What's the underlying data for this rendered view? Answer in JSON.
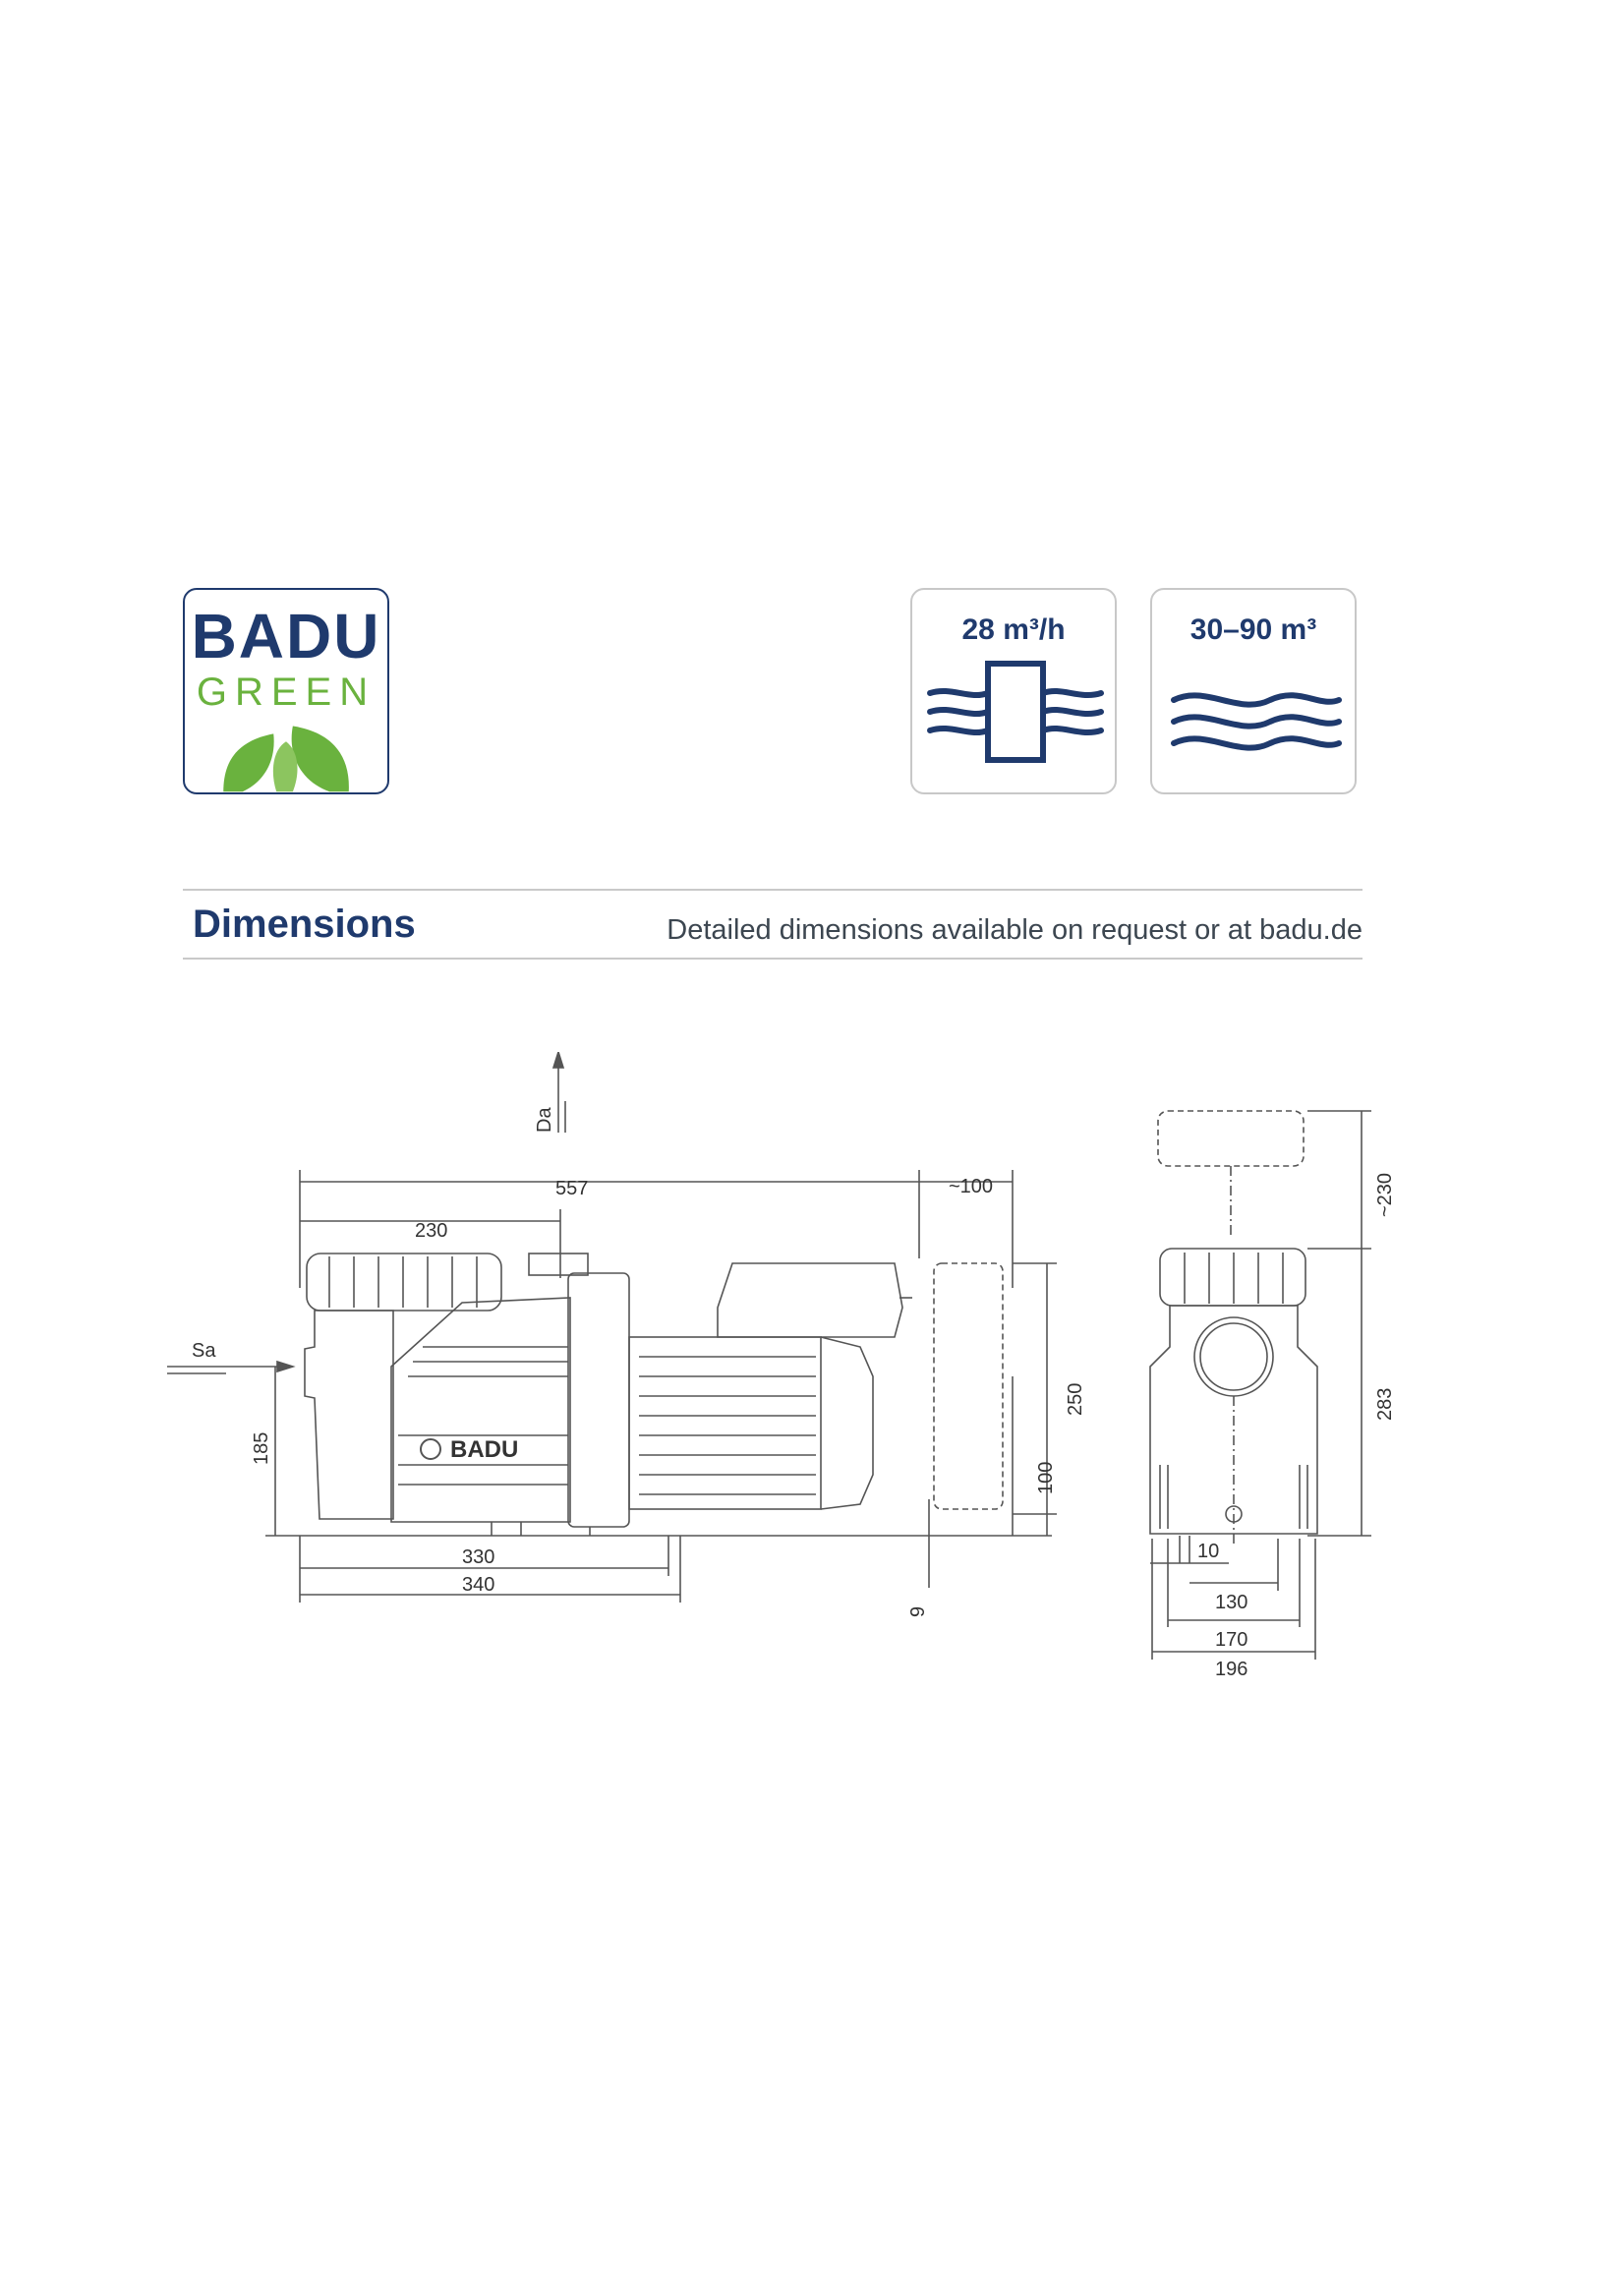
{
  "logo": {
    "line1": "BADU",
    "line2": "GREEN"
  },
  "specs": [
    {
      "value": "28 m³/h",
      "icon": "pump-flow-icon"
    },
    {
      "value": "30–90 m³",
      "icon": "water-waves-icon"
    }
  ],
  "section": {
    "title": "Dimensions",
    "note": "Detailed dimensions available on request or at badu.de"
  },
  "drawing": {
    "labels": {
      "da": "Da",
      "sa": "Sa",
      "brand": "BADU",
      "d557": "557",
      "d100a": "~100",
      "d230": "230",
      "d185": "185",
      "d250": "250",
      "d100b": "100",
      "d9": "9",
      "d330": "330",
      "d340": "340",
      "d230b": "~230",
      "d283": "283",
      "d10": "10",
      "d130": "130",
      "d170": "170",
      "d196": "196"
    }
  }
}
